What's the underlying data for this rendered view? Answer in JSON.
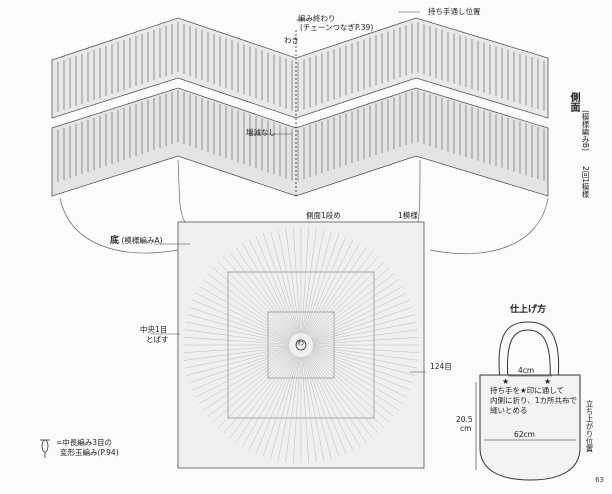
{
  "top_labels": {
    "handle_position": "持ち手通し位置",
    "end_of_crochet": "編み終わり",
    "chain_join": "(チェーンつなぎP.39)",
    "side_mark": "わき",
    "no_decrease": "増減なし"
  },
  "side_panel": {
    "title": "側面",
    "pattern": "(模様編みB)",
    "rounds": "2回1模様"
  },
  "bottom_panel": {
    "title": "底",
    "pattern": "(模様編みA)",
    "side_round1": "側面1段め",
    "one_pattern": "1模様",
    "center_round1": "中央1目",
    "skip": "とばす",
    "round_count": "124目",
    "ring": "わ"
  },
  "legend": {
    "symbol_desc_line1": "=中長編み3目の",
    "symbol_desc_line2": "変形玉編み(P.94)"
  },
  "finishing": {
    "title": "仕上げ方",
    "width_4": "4cm",
    "note_line1": "持ち手を★印に通して",
    "note_line2": "内側に折り、1カ所共布で",
    "note_line3": "縫いとめる",
    "width_62": "62cm",
    "height_20": "20.5",
    "height_unit": "cm",
    "finish_position": "立ち上がり位置"
  },
  "page_number": "63",
  "colors": {
    "paper": "#fbfbfb",
    "fabric": "#e6e6e6",
    "line": "#555555",
    "stitch": "#444444"
  }
}
